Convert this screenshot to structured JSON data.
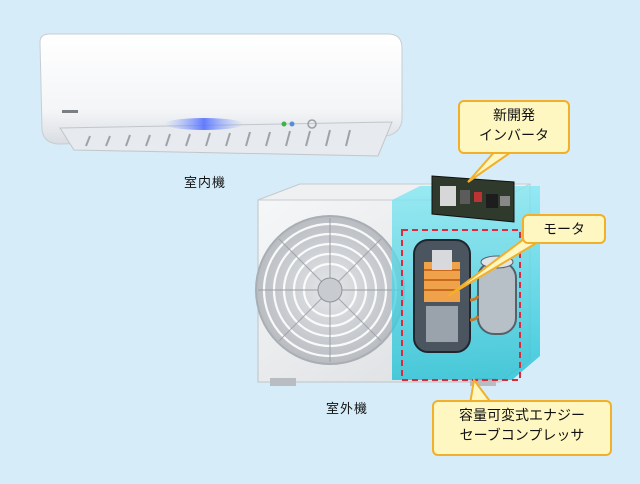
{
  "labels": {
    "indoor_unit": "室内機",
    "outdoor_unit": "室外機"
  },
  "callouts": {
    "inverter": {
      "line1": "新開発",
      "line2": "インバータ"
    },
    "motor": {
      "line1": "モータ"
    },
    "compressor": {
      "line1": "容量可変式エナジー",
      "line2": "セーブコンプレッサ"
    }
  },
  "icons": {
    "indoor": "air-conditioner-indoor-unit-icon",
    "outdoor": "air-conditioner-outdoor-unit-icon",
    "inverter_board": "inverter-circuit-board-icon",
    "compressor": "compressor-cutaway-icon"
  },
  "colors": {
    "background": "#d6ecf8",
    "callout_fill": "#fff7c2",
    "callout_border": "#f2b02a",
    "highlight_box": "#e0283c",
    "cutaway_glow": "#39d3e6"
  }
}
